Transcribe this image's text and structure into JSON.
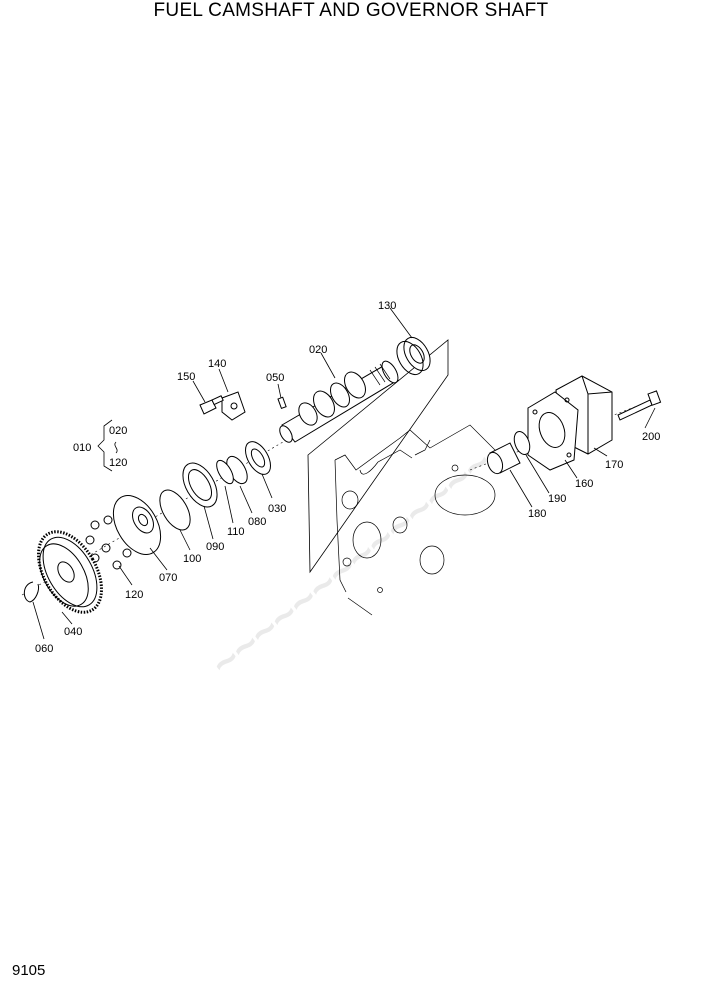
{
  "page": {
    "title": "FUEL CAMSHAFT AND GOVERNOR SHAFT",
    "page_number": "9105"
  },
  "group": {
    "id": "010",
    "range_start": "020",
    "range_end": "120"
  },
  "parts": [
    {
      "id": "p130",
      "label": "130"
    },
    {
      "id": "p020",
      "label": "020"
    },
    {
      "id": "p140",
      "label": "140"
    },
    {
      "id": "p150",
      "label": "150"
    },
    {
      "id": "p050",
      "label": "050"
    },
    {
      "id": "p030",
      "label": "030"
    },
    {
      "id": "p080",
      "label": "080"
    },
    {
      "id": "p110",
      "label": "110"
    },
    {
      "id": "p090",
      "label": "090"
    },
    {
      "id": "p100",
      "label": "100"
    },
    {
      "id": "p070",
      "label": "070"
    },
    {
      "id": "p120",
      "label": "120"
    },
    {
      "id": "p040",
      "label": "040"
    },
    {
      "id": "p060",
      "label": "060"
    },
    {
      "id": "p200",
      "label": "200"
    },
    {
      "id": "p170",
      "label": "170"
    },
    {
      "id": "p160",
      "label": "160"
    },
    {
      "id": "p190",
      "label": "190"
    },
    {
      "id": "p180",
      "label": "180"
    }
  ]
}
